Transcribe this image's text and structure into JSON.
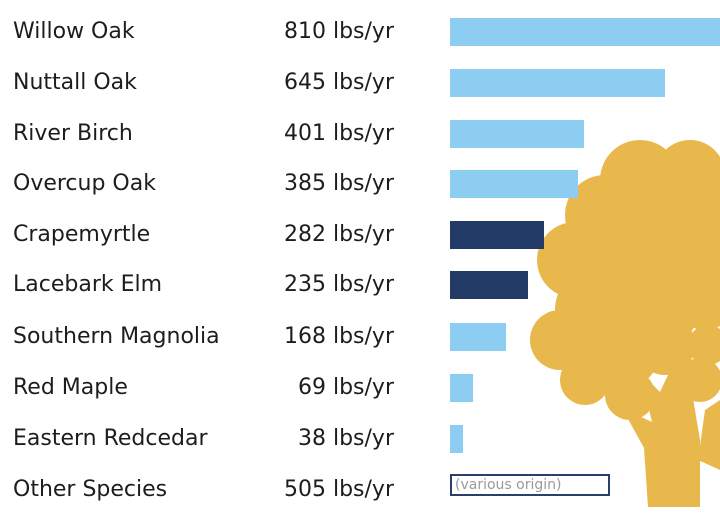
{
  "chart_data": {
    "type": "bar",
    "orientation": "horizontal",
    "title": "",
    "xlabel": "",
    "ylabel": "",
    "xlim": [
      0,
      810
    ],
    "grid": false,
    "legend": "none",
    "unit_suffix": " lbs/yr",
    "categories": [
      "Willow Oak",
      "Nuttall Oak",
      "River Birch",
      "Overcup Oak",
      "Crapemyrtle",
      "Lacebark Elm",
      "Southern Magnolia",
      "Red Maple",
      "Eastern Redcedar",
      "Other Species"
    ],
    "values": [
      810,
      645,
      401,
      385,
      282,
      235,
      168,
      69,
      38,
      505
    ],
    "value_labels": [
      "810 lbs/yr",
      "645 lbs/yr",
      "401 lbs/yr",
      "385 lbs/yr",
      "282 lbs/yr",
      "235 lbs/yr",
      "168 lbs/yr",
      "69 lbs/yr",
      "38 lbs/yr",
      "505 lbs/yr"
    ],
    "bar_groups": [
      "native",
      "native",
      "native",
      "native",
      "introduced",
      "introduced",
      "native",
      "native",
      "native",
      "other"
    ],
    "colors": {
      "native": "#8dcdf1",
      "introduced": "#223a66",
      "other_border": "#2a3f6b"
    },
    "other_note": "(various origin)"
  },
  "decoration": {
    "tree_color": "#e8b84d",
    "tree_icon": "tree-silhouette-icon"
  }
}
